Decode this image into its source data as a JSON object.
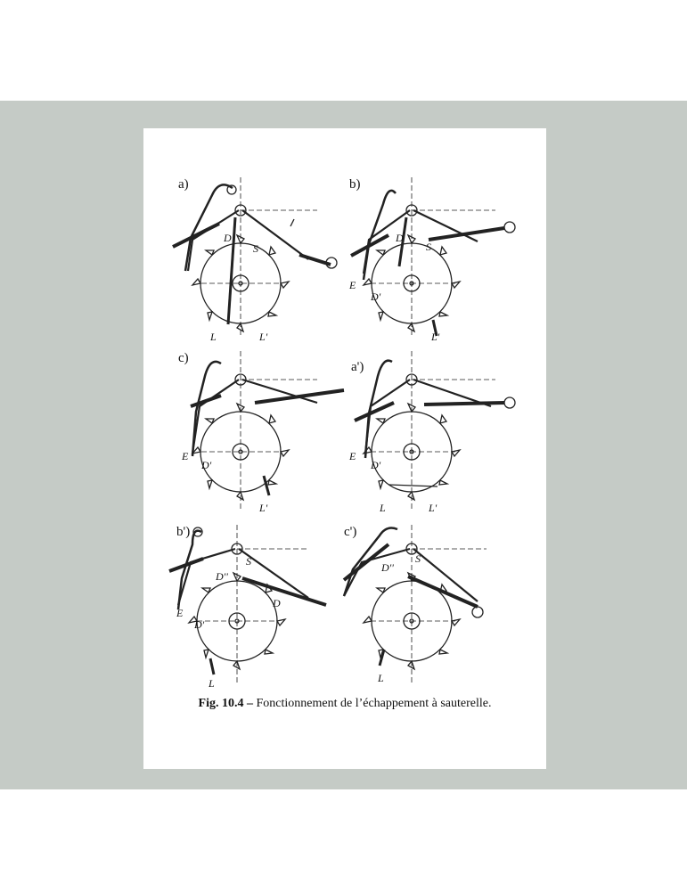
{
  "figure": {
    "caption_number": "Fig. 10.4 –",
    "caption_text": " Fonctionnement de l’échappement à sauterelle."
  },
  "panels": [
    {
      "id": "a",
      "label": "a)",
      "labels": [
        {
          "t": "D"
        },
        {
          "t": "S"
        },
        {
          "t": "L"
        },
        {
          "t": "L'"
        }
      ]
    },
    {
      "id": "b",
      "label": "b)",
      "labels": [
        {
          "t": "D"
        },
        {
          "t": "S"
        },
        {
          "t": "E"
        },
        {
          "t": "D'"
        },
        {
          "t": "L'"
        }
      ]
    },
    {
      "id": "c",
      "label": "c)",
      "labels": [
        {
          "t": "E"
        },
        {
          "t": "D'"
        },
        {
          "t": "L'"
        }
      ]
    },
    {
      "id": "a2",
      "label": "a')",
      "labels": [
        {
          "t": "E"
        },
        {
          "t": "D'"
        },
        {
          "t": "L"
        },
        {
          "t": "L'"
        }
      ]
    },
    {
      "id": "b2",
      "label": "b')",
      "labels": [
        {
          "t": "S"
        },
        {
          "t": "D''"
        },
        {
          "t": "D"
        },
        {
          "t": "E"
        },
        {
          "t": "D'"
        },
        {
          "t": "L"
        }
      ]
    },
    {
      "id": "c2",
      "label": "c')",
      "labels": [
        {
          "t": "D''"
        },
        {
          "t": "S"
        },
        {
          "t": "L"
        }
      ]
    }
  ]
}
